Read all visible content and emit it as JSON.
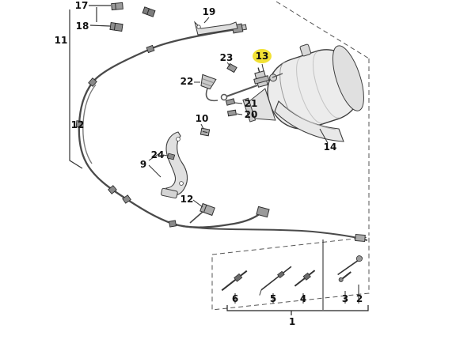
{
  "diagram": {
    "highlight_color": "#f2e135",
    "selected_callout": "13",
    "callouts": {
      "c17": "17",
      "c18": "18",
      "c11": "11",
      "c19": "19",
      "c12_upper": "12",
      "c23": "23",
      "c13": "13",
      "c22": "22",
      "c21": "21",
      "c20": "20",
      "c10": "10",
      "c24": "24",
      "c9": "9",
      "c14": "14",
      "c12_lower": "12",
      "c6": "6",
      "c5": "5",
      "c4": "4",
      "c3": "3",
      "c2": "2",
      "c1": "1"
    }
  }
}
